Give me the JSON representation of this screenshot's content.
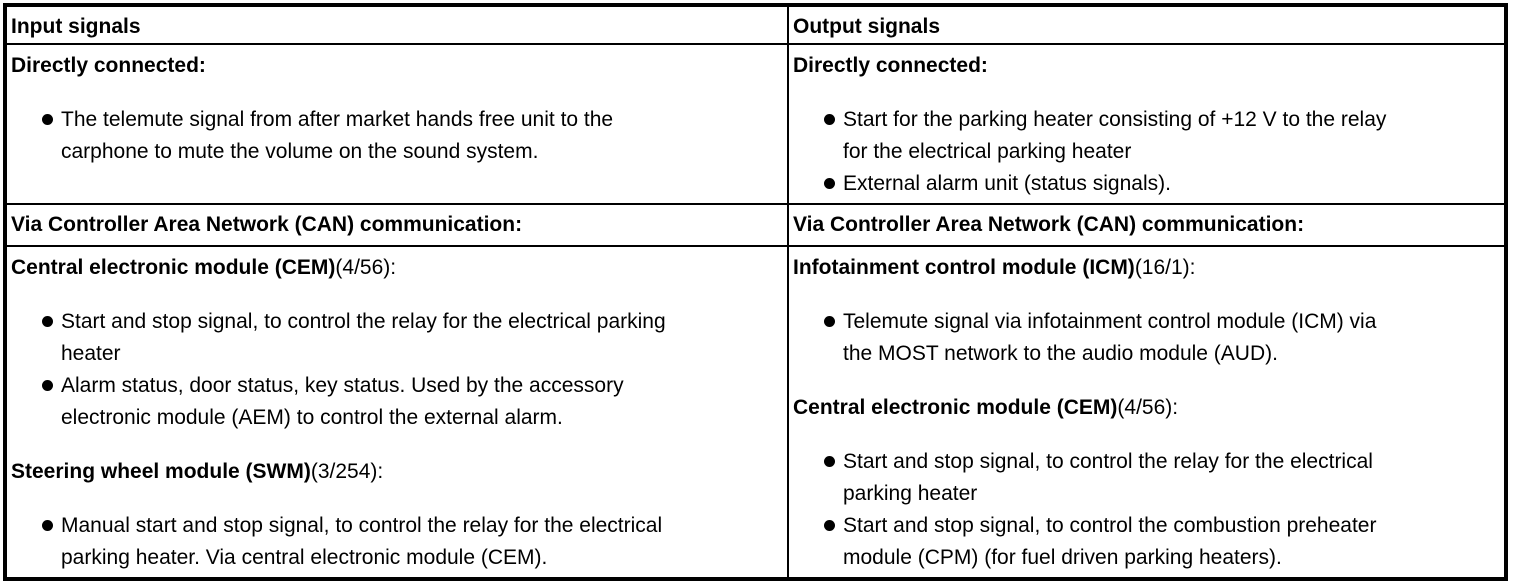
{
  "colors": {
    "background": "#ffffff",
    "text": "#000000",
    "border": "#000000"
  },
  "table": {
    "header": {
      "input": "Input signals",
      "output": "Output signals"
    },
    "input_column": {
      "directly_connected": {
        "heading": "Directly connected:",
        "bullets": [
          "The telemute signal from after market hands free unit to the\ncarphone to mute the volume on the sound system."
        ]
      },
      "can_heading": "Via Controller Area Network (CAN) communication:",
      "modules": [
        {
          "name": "Central electronic module (CEM)",
          "ref": "(4/56):",
          "bullets": [
            "Start and stop signal, to control the relay for the electrical parking\nheater",
            "Alarm status, door status, key status. Used by the accessory\nelectronic module (AEM) to control the external alarm."
          ]
        },
        {
          "name": "Steering wheel module (SWM)",
          "ref": "(3/254):",
          "bullets": [
            "Manual start and stop signal, to control the relay for the electrical\nparking heater. Via central electronic module (CEM)."
          ]
        }
      ]
    },
    "output_column": {
      "directly_connected": {
        "heading": "Directly connected:",
        "bullets": [
          "Start for the parking heater consisting of +12 V to the relay\nfor the electrical parking heater",
          "External alarm unit (status signals)."
        ]
      },
      "can_heading": "Via Controller Area Network (CAN) communication:",
      "modules": [
        {
          "name": "Infotainment control module (ICM)",
          "ref": "(16/1):",
          "bullets": [
            "Telemute signal via infotainment control module (ICM) via\nthe MOST network to the audio module (AUD)."
          ]
        },
        {
          "name": "Central electronic module (CEM)",
          "ref": "(4/56):",
          "bullets": [
            "Start and stop signal, to control the relay for the electrical\nparking heater",
            "Start and stop signal, to control the combustion preheater\nmodule (CPM) (for fuel driven parking heaters)."
          ]
        }
      ]
    }
  }
}
